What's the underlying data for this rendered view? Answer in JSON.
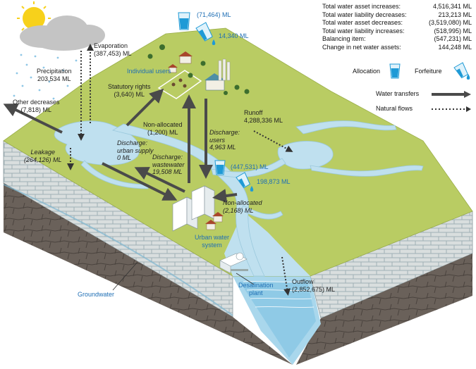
{
  "summary": [
    {
      "label": "Total water asset increases:",
      "value": "4,516,341 ML"
    },
    {
      "label": "Total water liability decreases:",
      "value": "213,213 ML"
    },
    {
      "label": "Total water asset decreases:",
      "value": "(3,519,080) ML"
    },
    {
      "label": "Total water liability increases:",
      "value": "(518,995) ML"
    },
    {
      "label": "Balancing item:",
      "value": "(547,231) ML"
    },
    {
      "label": "Change in net water assets:",
      "value": "144,248 ML"
    }
  ],
  "legend": {
    "allocation": "Allocation",
    "forfeiture": "Forfeiture",
    "water_transfers": "Water transfers",
    "natural_flows": "Natural flows"
  },
  "labels": {
    "evaporation": "Evaporation",
    "evaporation_value": "(387,453) ML",
    "precipitation": "Precipitation",
    "precipitation_value": "203,534 ML",
    "other_decreases": "Other decreases",
    "other_decreases_value": "(7,818) ML",
    "leakage": "Leakage",
    "leakage_value": "(264,126) ML",
    "individual_users": "Individual users",
    "statutory_rights": "Statutory rights",
    "statutory_rights_value": "(3,640) ML",
    "top_allocation_value": "(71,464) ML",
    "top_forfeiture_value": "14,340 ML",
    "non_allocated_top": "Non-allocated",
    "non_allocated_top_value": "(1,200) ML",
    "discharge_urban": "Discharge:",
    "discharge_urban_2": "urban supply",
    "discharge_urban_value": "0 ML",
    "discharge_waste": "Discharge:",
    "discharge_waste_2": "wastewater",
    "discharge_waste_value": "19,508 ML",
    "discharge_users": "Discharge:",
    "discharge_users_2": "users",
    "discharge_users_value": "4,963 ML",
    "runoff": "Runoff",
    "runoff_value": "4,288,336 ML",
    "mid_allocation_value": "(447,531) ML",
    "mid_forfeiture_value": "198,873 ML",
    "non_allocated_low": "Non-allocated",
    "non_allocated_low_value": "(2,168) ML",
    "urban_water": "Urban water",
    "urban_water_2": "system",
    "groundwater": "Groundwater",
    "desalination": "Desalination",
    "desalination_2": "plant",
    "outflow": "Outflow",
    "outflow_value": "(2,852,675) ML"
  },
  "colors": {
    "grass": "#b9cc63",
    "water": "#bfe0ef",
    "allocation_blue": "#1f9ad6",
    "text_blue": "#1f6fb5",
    "soil": "#c9cfcf",
    "rock": "#5e5650",
    "arrow": "#4a4a4a"
  }
}
